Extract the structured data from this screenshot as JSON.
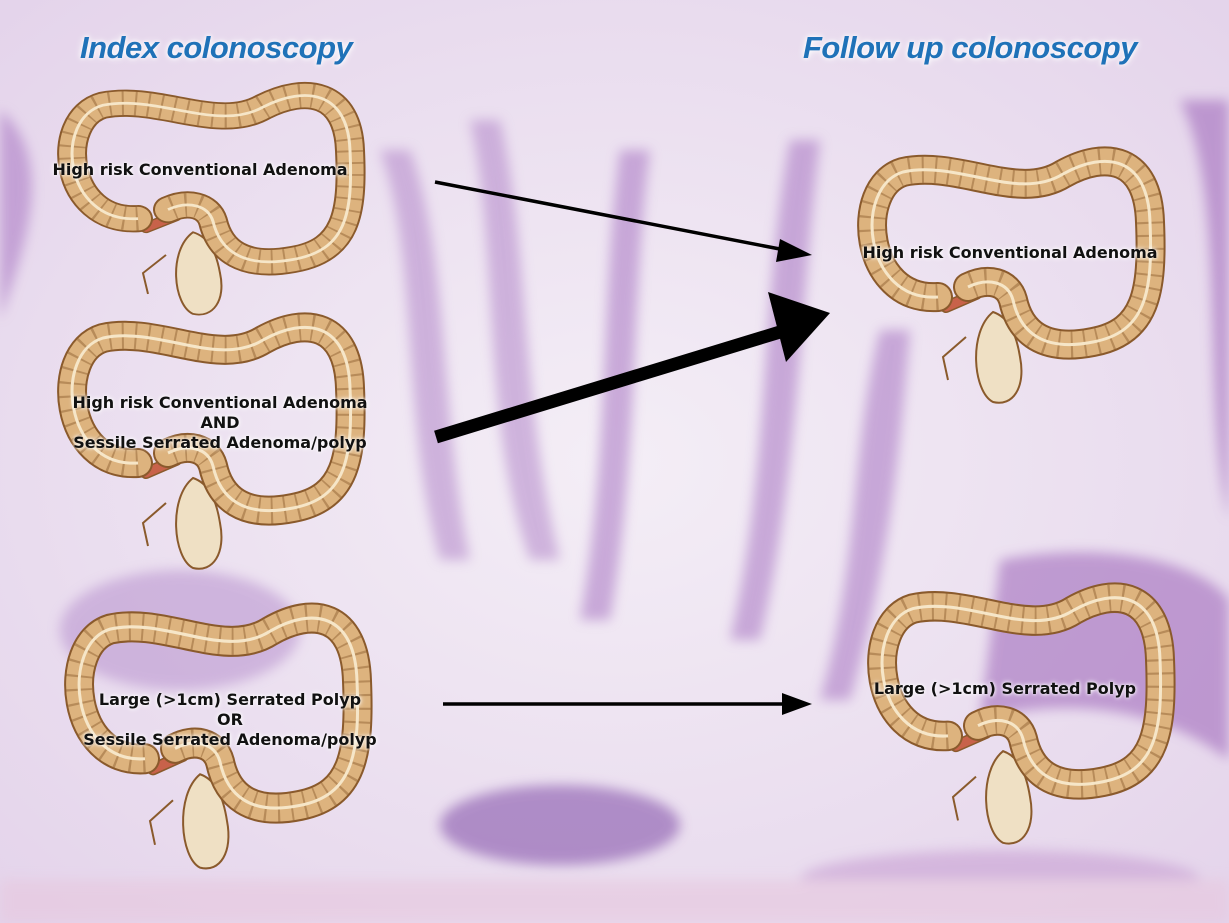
{
  "headings": {
    "index": "Index colonoscopy",
    "follow_up": "Follow up colonoscopy"
  },
  "index_findings": [
    {
      "lines": [
        "High risk Conventional  Adenoma"
      ]
    },
    {
      "lines": [
        "High risk Conventional  Adenoma",
        "AND",
        "Sessile Serrated Adenoma/polyp"
      ]
    },
    {
      "lines": [
        "Large (>1cm) Serrated Polyp",
        "OR",
        "Sessile Serrated Adenoma/polyp"
      ]
    }
  ],
  "follow_up_findings": [
    {
      "lines": [
        "High risk Conventional  Adenoma"
      ]
    },
    {
      "lines": [
        "Large (>1cm) Serrated Polyp"
      ]
    }
  ],
  "colors": {
    "heading": "#1f72b8",
    "colon_fill": "#ddb37e",
    "colon_outline": "#8a5a2c",
    "rectum_fill": "#efe0c4",
    "appendix": "#c8624a",
    "arrow": "#000000",
    "tissue_background": "#efe6f1",
    "tissue_stain": "#9b62b8"
  },
  "icons": [
    "colon-icon",
    "arrow"
  ]
}
